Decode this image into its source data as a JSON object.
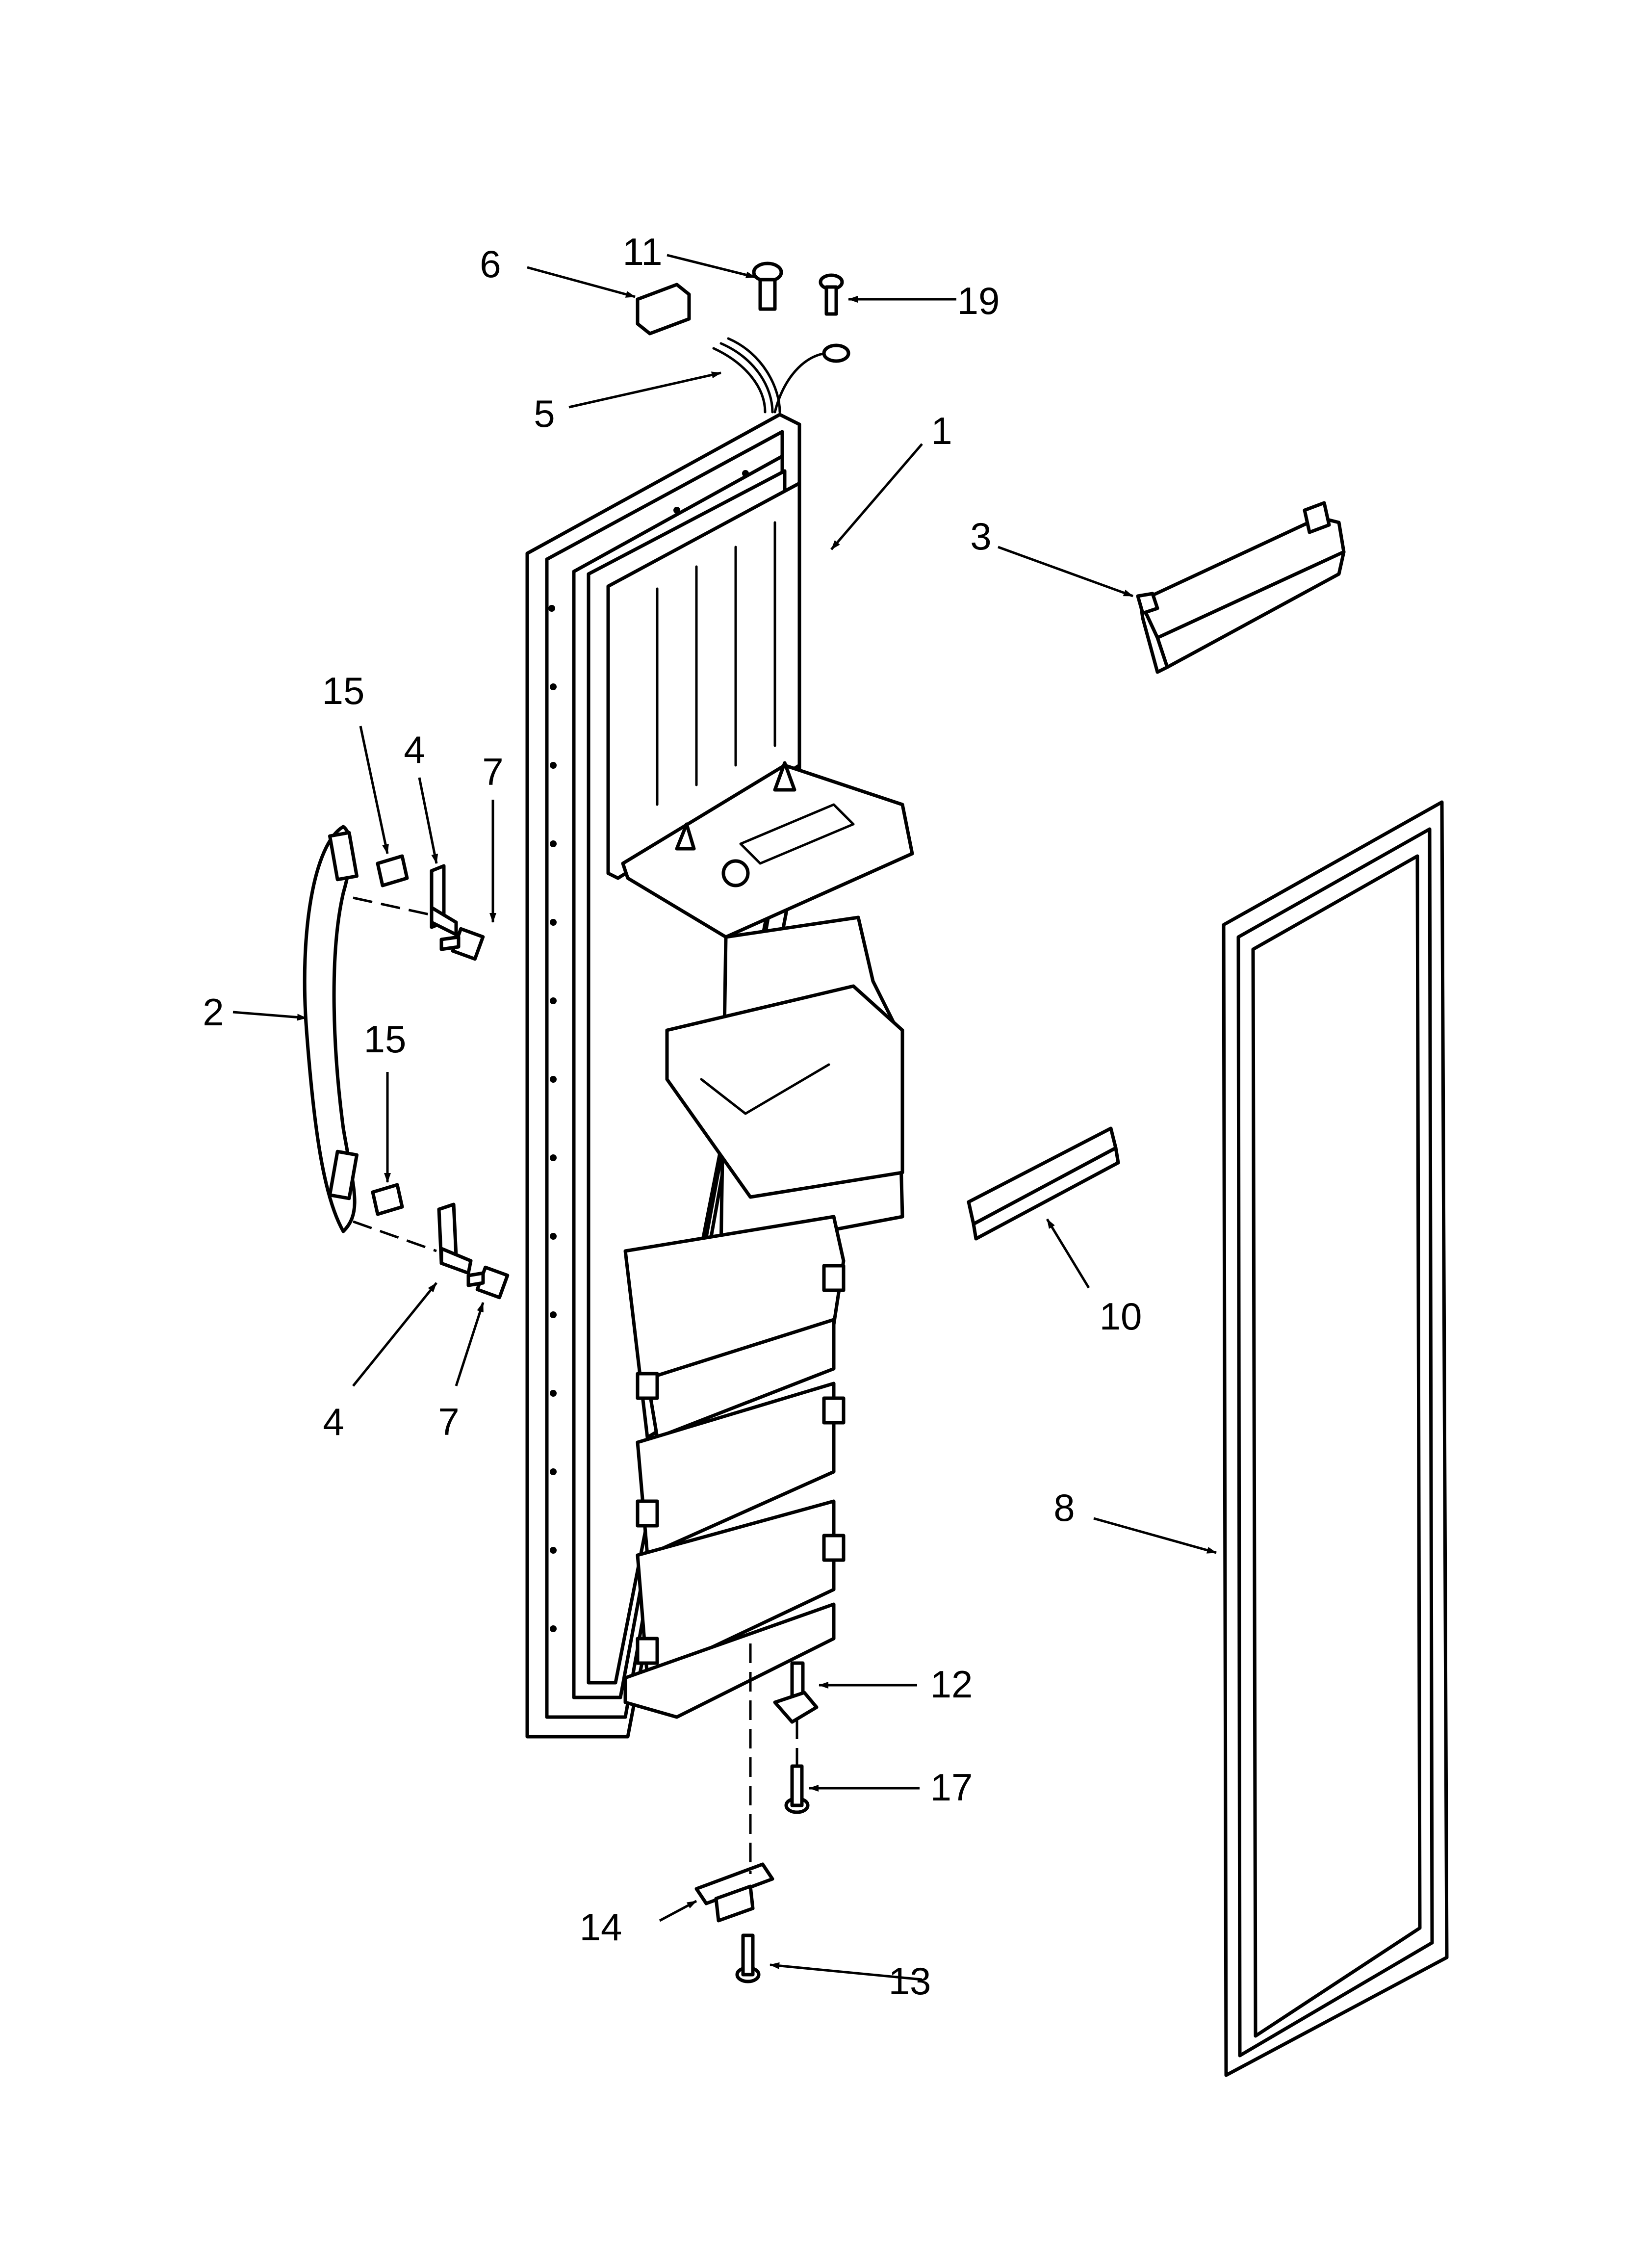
{
  "diagram": {
    "callouts": [
      {
        "id": "1",
        "label": "1"
      },
      {
        "id": "2",
        "label": "2"
      },
      {
        "id": "3",
        "label": "3"
      },
      {
        "id": "4a",
        "label": "4"
      },
      {
        "id": "4b",
        "label": "4"
      },
      {
        "id": "5",
        "label": "5"
      },
      {
        "id": "6",
        "label": "6"
      },
      {
        "id": "7a",
        "label": "7"
      },
      {
        "id": "7b",
        "label": "7"
      },
      {
        "id": "8",
        "label": "8"
      },
      {
        "id": "10",
        "label": "10"
      },
      {
        "id": "11",
        "label": "11"
      },
      {
        "id": "12",
        "label": "12"
      },
      {
        "id": "13",
        "label": "13"
      },
      {
        "id": "14",
        "label": "14"
      },
      {
        "id": "15a",
        "label": "15"
      },
      {
        "id": "15b",
        "label": "15"
      },
      {
        "id": "17",
        "label": "17"
      },
      {
        "id": "19",
        "label": "19"
      }
    ]
  }
}
